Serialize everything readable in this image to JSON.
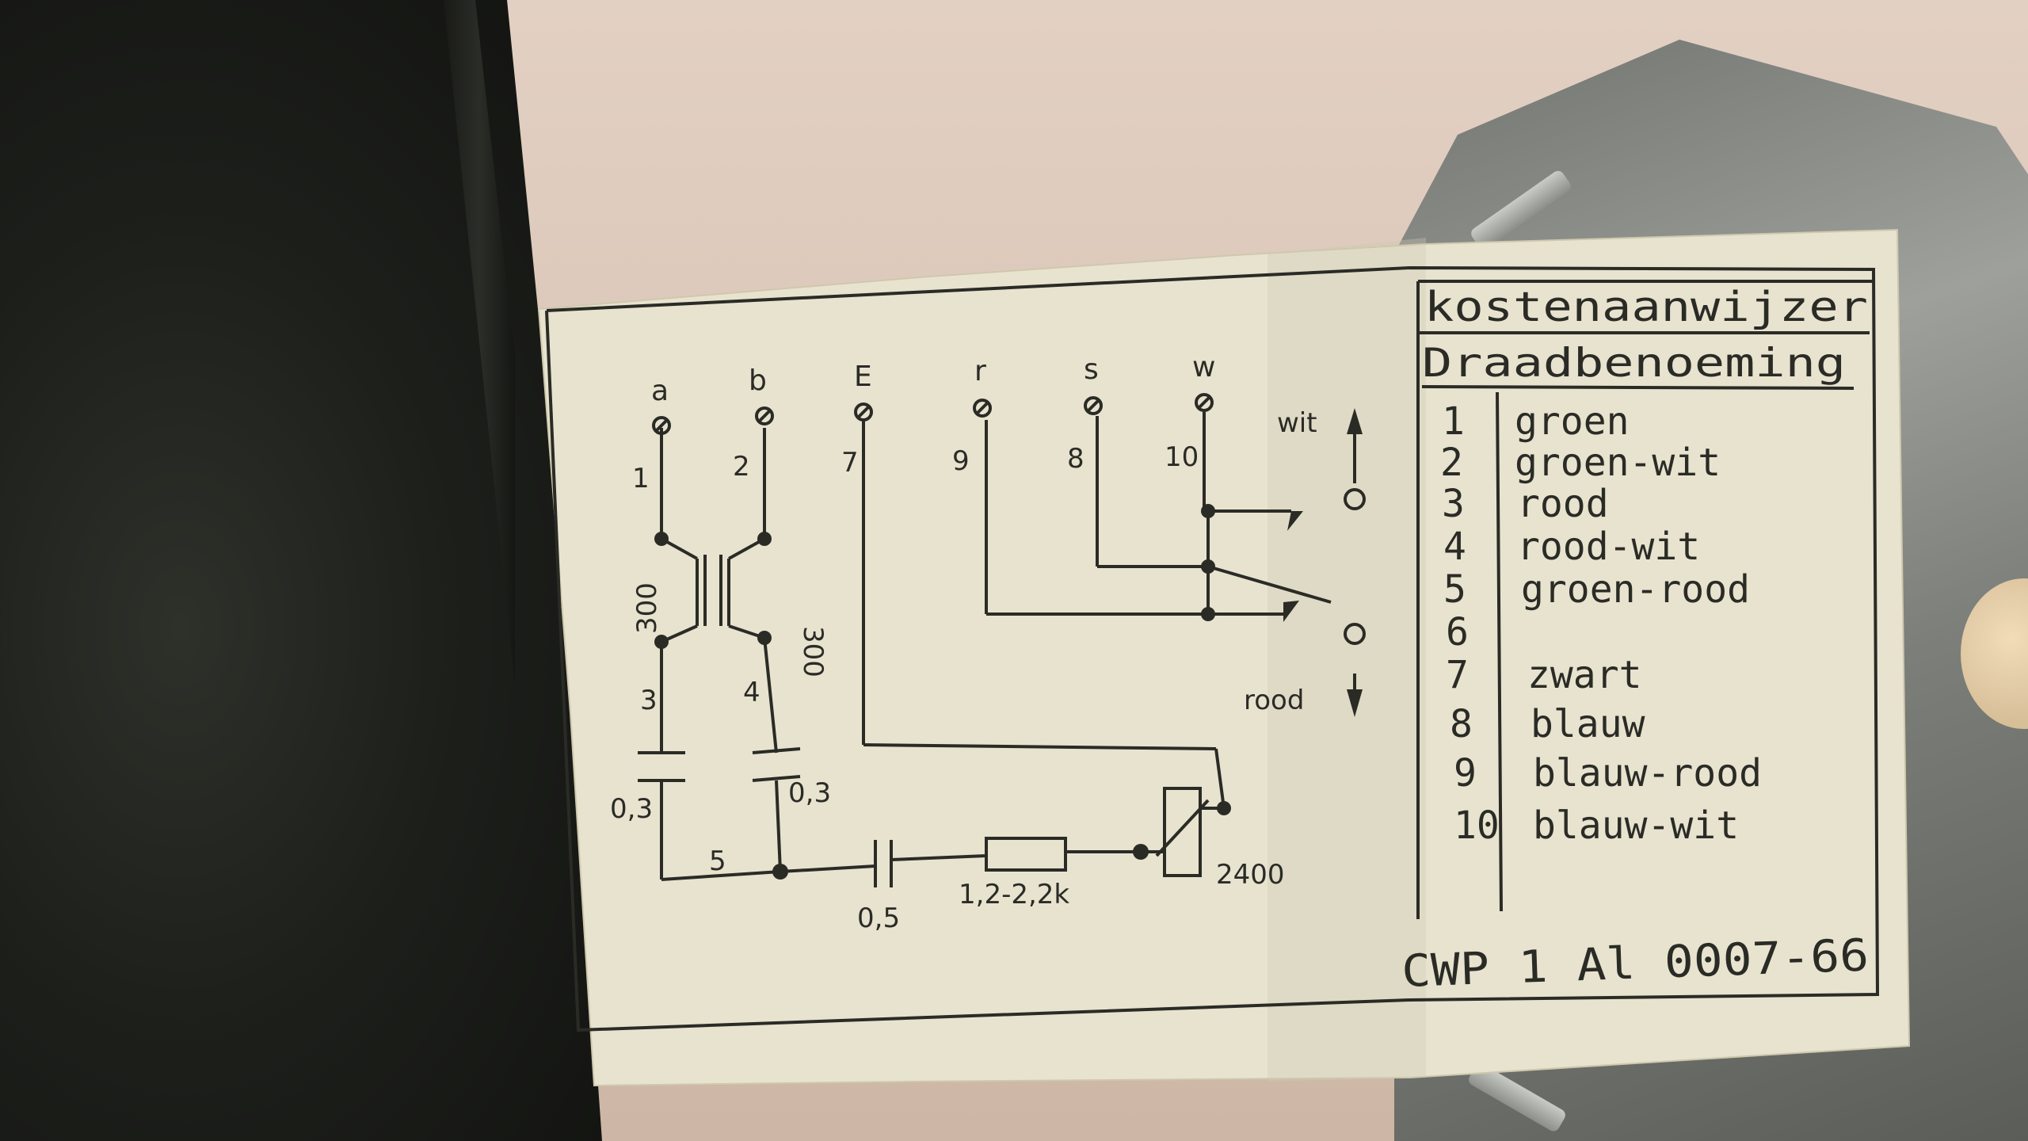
{
  "diagram": {
    "terminals": [
      {
        "letter": "a",
        "number": "1"
      },
      {
        "letter": "b",
        "number": "2"
      },
      {
        "letter": "E",
        "number": "7"
      },
      {
        "letter": "r",
        "number": "9"
      },
      {
        "letter": "s",
        "number": "8"
      },
      {
        "letter": "w",
        "number": "10"
      }
    ],
    "coil_left_value": "300",
    "coil_right_value": "300",
    "node_3": "3",
    "node_4": "4",
    "node_5": "5",
    "cap_left_value": "0,3",
    "cap_right_value": "0,3",
    "cap_series_value": "0,5",
    "resistor_value": "1,2-2,2k",
    "pot_value": "2400",
    "wit_label": "wit",
    "rood_label": "rood"
  },
  "legend": {
    "header1": "kostenaanwijzer",
    "header2": "Draadbenoeming",
    "rows": [
      {
        "num": "1",
        "name": "groen"
      },
      {
        "num": "2",
        "name": "groen-wit"
      },
      {
        "num": "3",
        "name": "rood"
      },
      {
        "num": "4",
        "name": "rood-wit"
      },
      {
        "num": "5",
        "name": "groen-rood"
      },
      {
        "num": "6",
        "name": ""
      },
      {
        "num": "7",
        "name": "zwart"
      },
      {
        "num": "8",
        "name": "blauw"
      },
      {
        "num": "9",
        "name": "blauw-rood"
      },
      {
        "num": "10",
        "name": "blauw-wit"
      }
    ]
  },
  "part_number": "CWP 1 Al 0007-66"
}
